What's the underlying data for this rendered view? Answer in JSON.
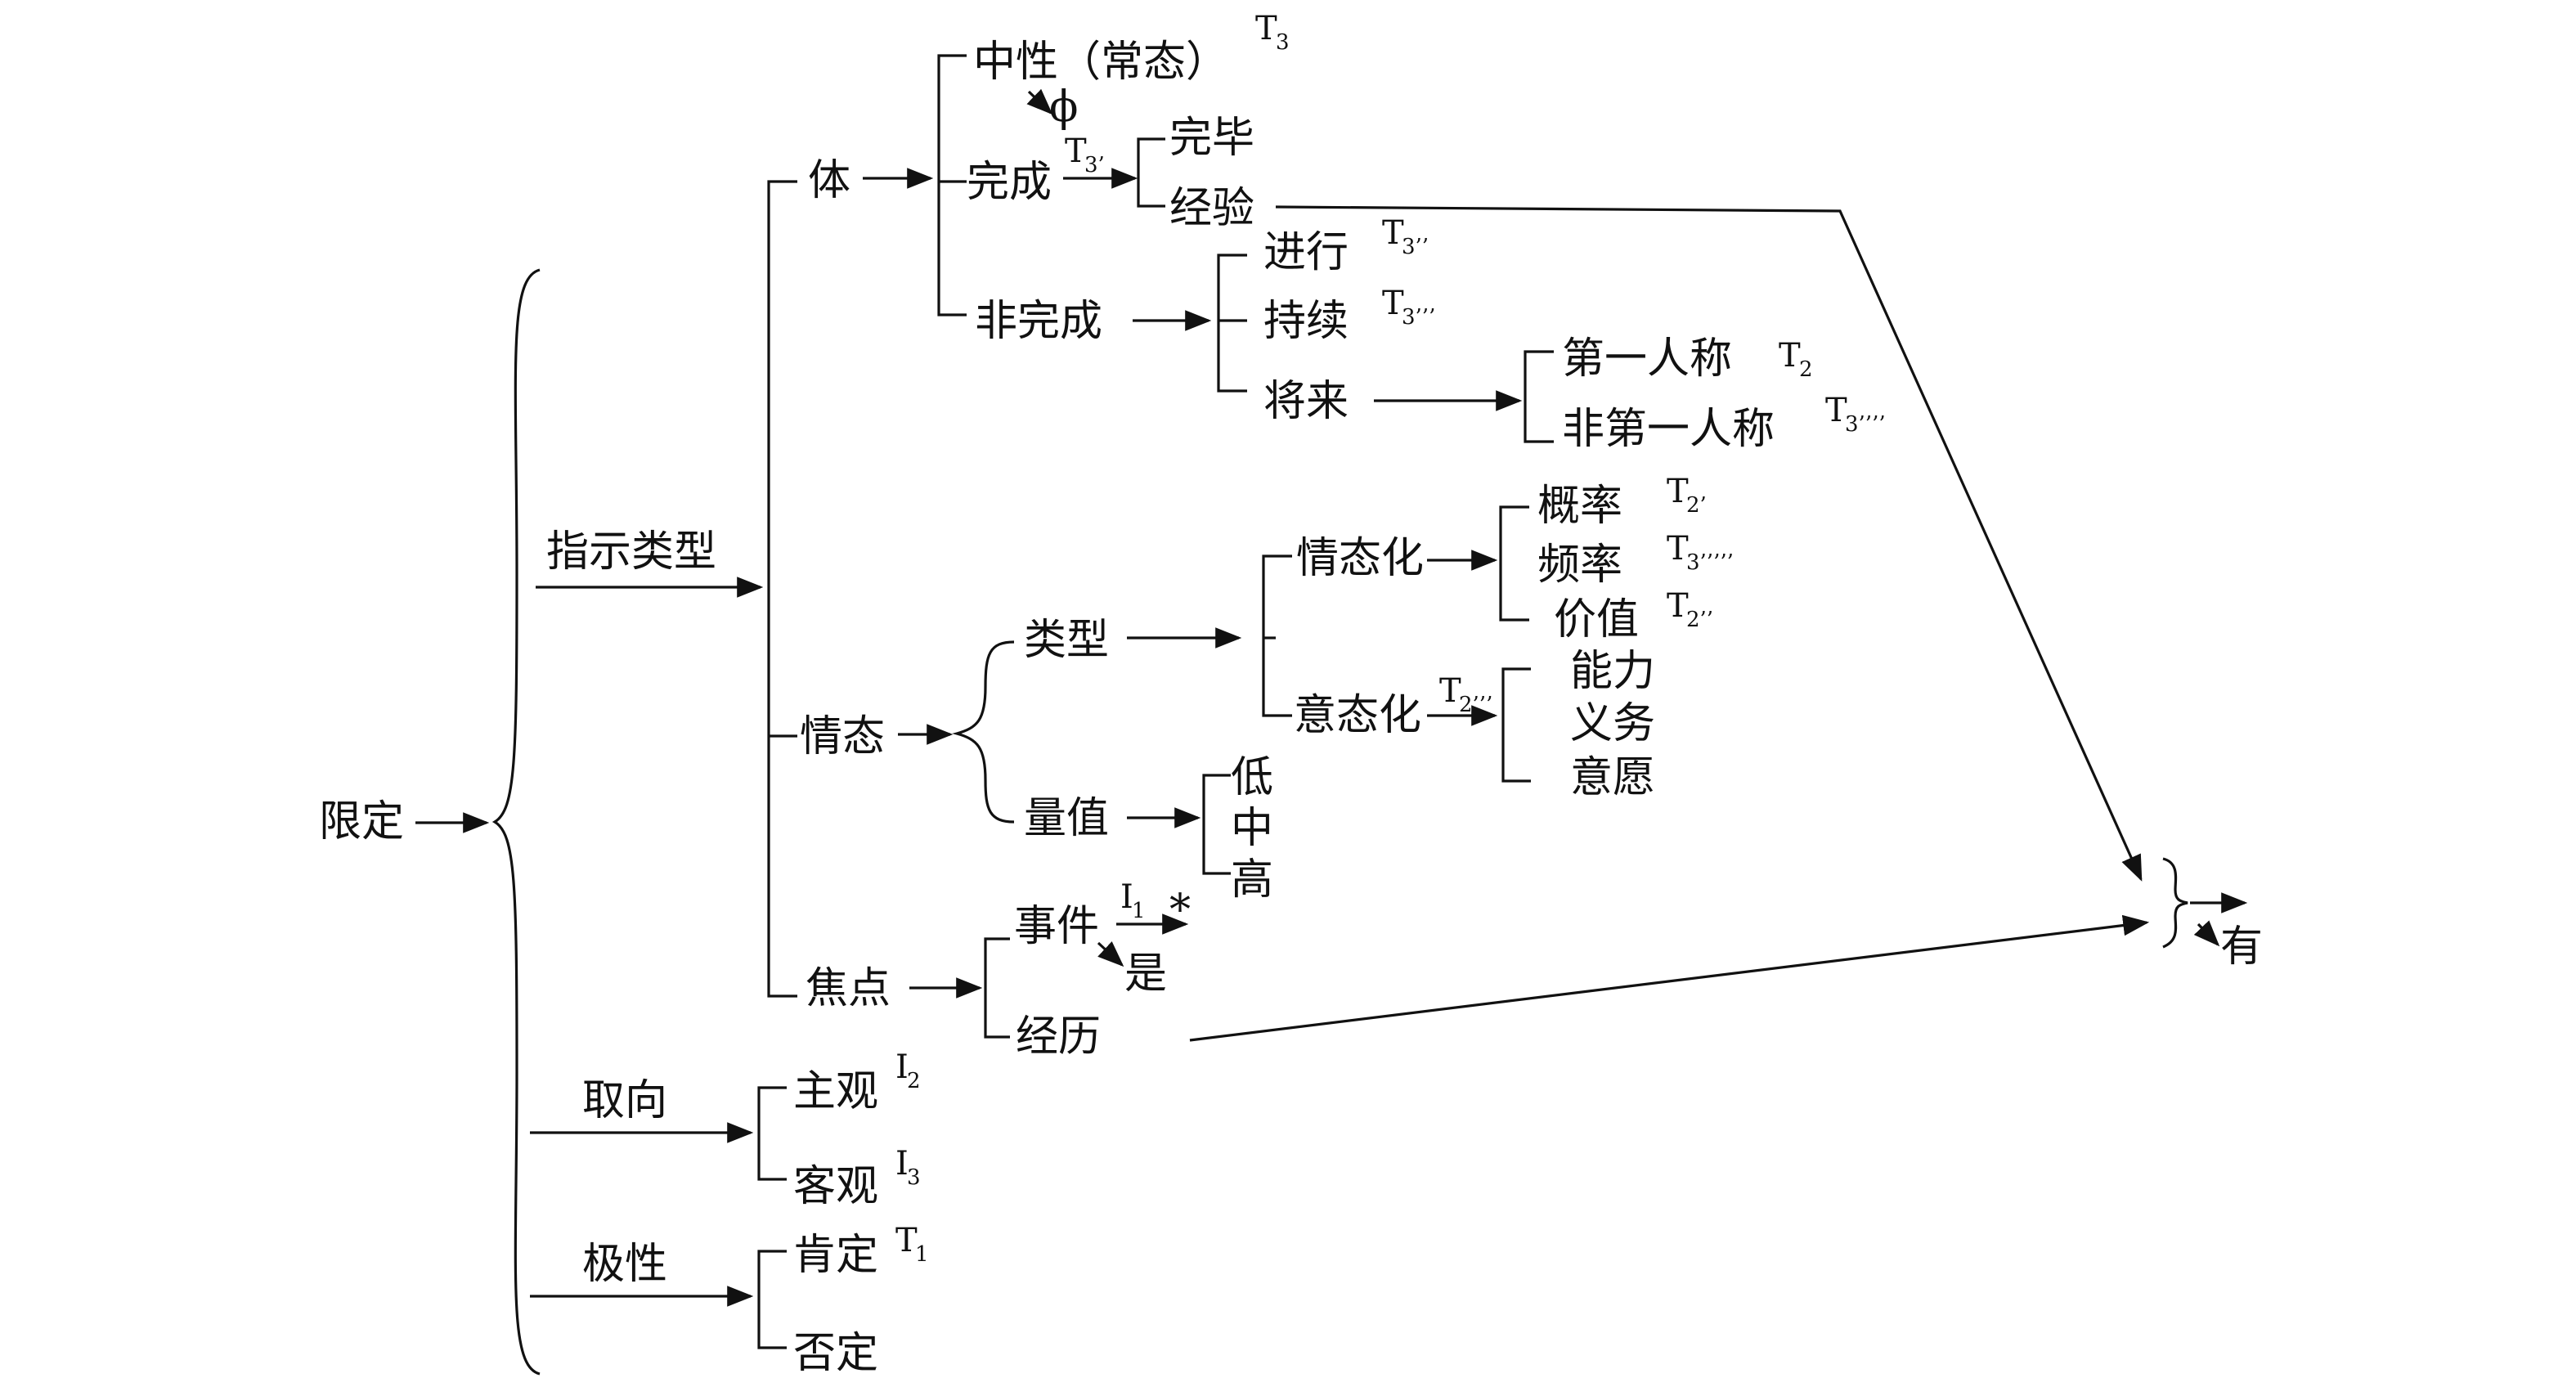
{
  "colors": {
    "ink": "#111111",
    "background": "#ffffff"
  },
  "nodes": {
    "root": "限定",
    "indication": "指示类型",
    "orientation": "取向",
    "polarity": "极性",
    "aspect": "体",
    "modality": "情态",
    "focus": "焦点",
    "neutral": "中性（常态）",
    "phi": "ϕ",
    "perfective": "完成",
    "finished": "完毕",
    "experience": "经验",
    "imperfective": "非完成",
    "progressive": "进行",
    "continuous": "持续",
    "future": "将来",
    "first_person": "第一人称",
    "non_first_person": "非第一人称",
    "mod_type": "类型",
    "mod_value": "量值",
    "modalization": "情态化",
    "modulation": "意态化",
    "probability": "概率",
    "usuality": "频率",
    "value": "价值",
    "ability": "能力",
    "obligation": "义务",
    "inclination": "意愿",
    "low": "低",
    "median": "中",
    "high": "高",
    "event": "事件",
    "is": "是",
    "experience2": "经历",
    "subjective": "主观",
    "objective": "客观",
    "positive": "肯定",
    "negative": "否定",
    "you": "有",
    "star": "*"
  },
  "tags": {
    "neutral": {
      "letter": "T",
      "sub": "3"
    },
    "perfective": {
      "letter": "T",
      "sub": "3’"
    },
    "progressive": {
      "letter": "T",
      "sub": "3’’"
    },
    "continuous": {
      "letter": "T",
      "sub": "3’’’"
    },
    "first_person": {
      "letter": "T",
      "sub": "2"
    },
    "non_first_person": {
      "letter": "T",
      "sub": "3’’’’"
    },
    "probability": {
      "letter": "T",
      "sub": "2’"
    },
    "usuality": {
      "letter": "T",
      "sub": "3’’’’’"
    },
    "value": {
      "letter": "T",
      "sub": "2’’"
    },
    "modulation": {
      "letter": "T",
      "sub": "2’’’"
    },
    "event": {
      "letter": "I",
      "sub": "1"
    },
    "subjective": {
      "letter": "I",
      "sub": "2"
    },
    "objective": {
      "letter": "I",
      "sub": "3"
    },
    "positive": {
      "letter": "T",
      "sub": "1"
    }
  }
}
